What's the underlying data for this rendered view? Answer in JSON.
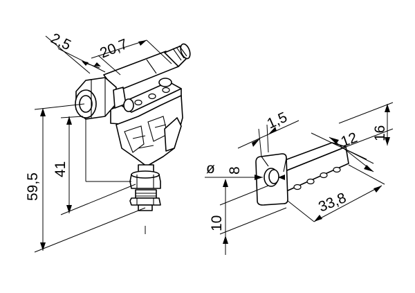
{
  "dimensions": {
    "sensor_holder": {
      "offset_width": "2,5",
      "body_width": "20,7",
      "total_height": "59,5",
      "nut_height": "41"
    },
    "bracket": {
      "thickness": "1,5",
      "hole_diameter_symbol": "ø",
      "hole_diameter": "8",
      "hole_center_height": "10",
      "flange_height": "16",
      "arm_width": "12",
      "arm_length": "33,8"
    }
  }
}
